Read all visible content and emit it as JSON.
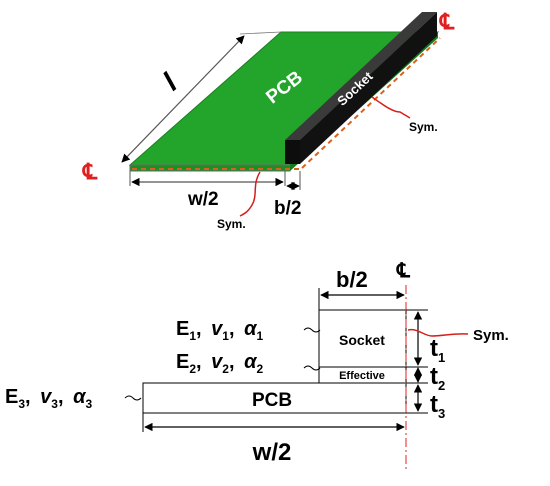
{
  "colors": {
    "pcb_green": "#22a52a",
    "pcb_edge": "#7a7a7a",
    "socket_black": "#111111",
    "socket_side": "#3a3a3a",
    "centerline_red": "#e02020",
    "solder_dash": "#d9621a",
    "line": "#000000"
  },
  "top": {
    "length_label": "l",
    "pcb_label": "PCB",
    "socket_label": "Socket",
    "sym_right": "Sym.",
    "sym_bottom": "Sym.",
    "w_half": "w/2",
    "b_half": "b/2",
    "cl_left": "℄",
    "cl_right": "℄"
  },
  "bottom": {
    "b_half": "b/2",
    "cl": "℄",
    "socket_label": "Socket",
    "effective_label": "Effective",
    "pcb_label": "PCB",
    "w_half": "w/2",
    "sym": "Sym.",
    "layer1": {
      "E": "E",
      "sub": "1",
      "nu": "v",
      "alpha": "α"
    },
    "layer2": {
      "E": "E",
      "sub": "2",
      "nu": "v",
      "alpha": "α"
    },
    "layer3": {
      "E": "E",
      "sub": "3",
      "nu": "v",
      "alpha": "α"
    },
    "t1": {
      "t": "t",
      "sub": "1"
    },
    "t2": {
      "t": "t",
      "sub": "2"
    },
    "t3": {
      "t": "t",
      "sub": "3"
    },
    "sep": ","
  }
}
